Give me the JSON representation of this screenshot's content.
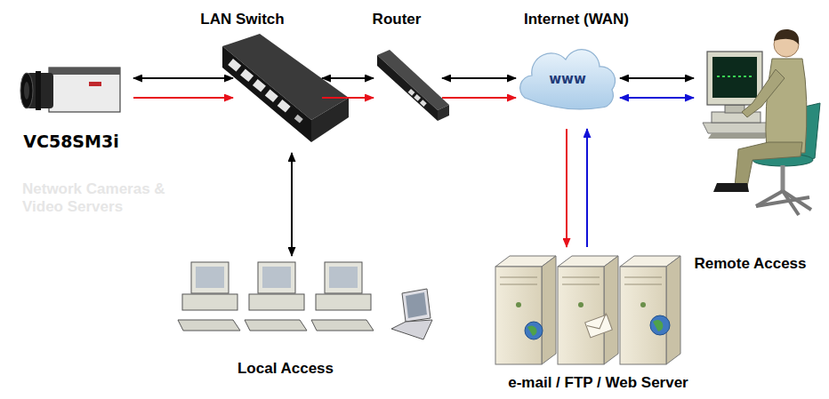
{
  "diagram": {
    "nodes": [
      {
        "text": [
          "VC58SM3i"
        ]
      },
      {
        "text": [
          "LAN Switch"
        ]
      },
      {
        "text": [
          "Router"
        ]
      },
      {
        "text": [
          "Internet (WAN)",
          "www"
        ]
      },
      {
        "text": [
          "Remote Access"
        ]
      },
      {
        "text": [
          "Local Access"
        ]
      },
      {
        "text": [
          "e-mail / FTP / Web Server"
        ]
      }
    ],
    "edges": [
      {
        "from": 0,
        "to": 1,
        "arrow": "both"
      },
      {
        "from": 0,
        "to": 1,
        "arrow": "to"
      },
      {
        "from": 1,
        "to": 2,
        "arrow": "both"
      },
      {
        "from": 1,
        "to": 2,
        "arrow": "to"
      },
      {
        "from": 2,
        "to": 3,
        "arrow": "both"
      },
      {
        "from": 2,
        "to": 3,
        "arrow": "to"
      },
      {
        "from": 3,
        "to": 4,
        "arrow": "both"
      },
      {
        "from": 3,
        "to": 4,
        "arrow": "both"
      },
      {
        "from": 1,
        "to": 5,
        "arrow": "both"
      },
      {
        "from": 3,
        "to": 6,
        "arrow": "to"
      },
      {
        "from": 6,
        "to": 3,
        "arrow": "to"
      }
    ],
    "labels": [
      "Network Cameras & Video Servers"
    ]
  }
}
